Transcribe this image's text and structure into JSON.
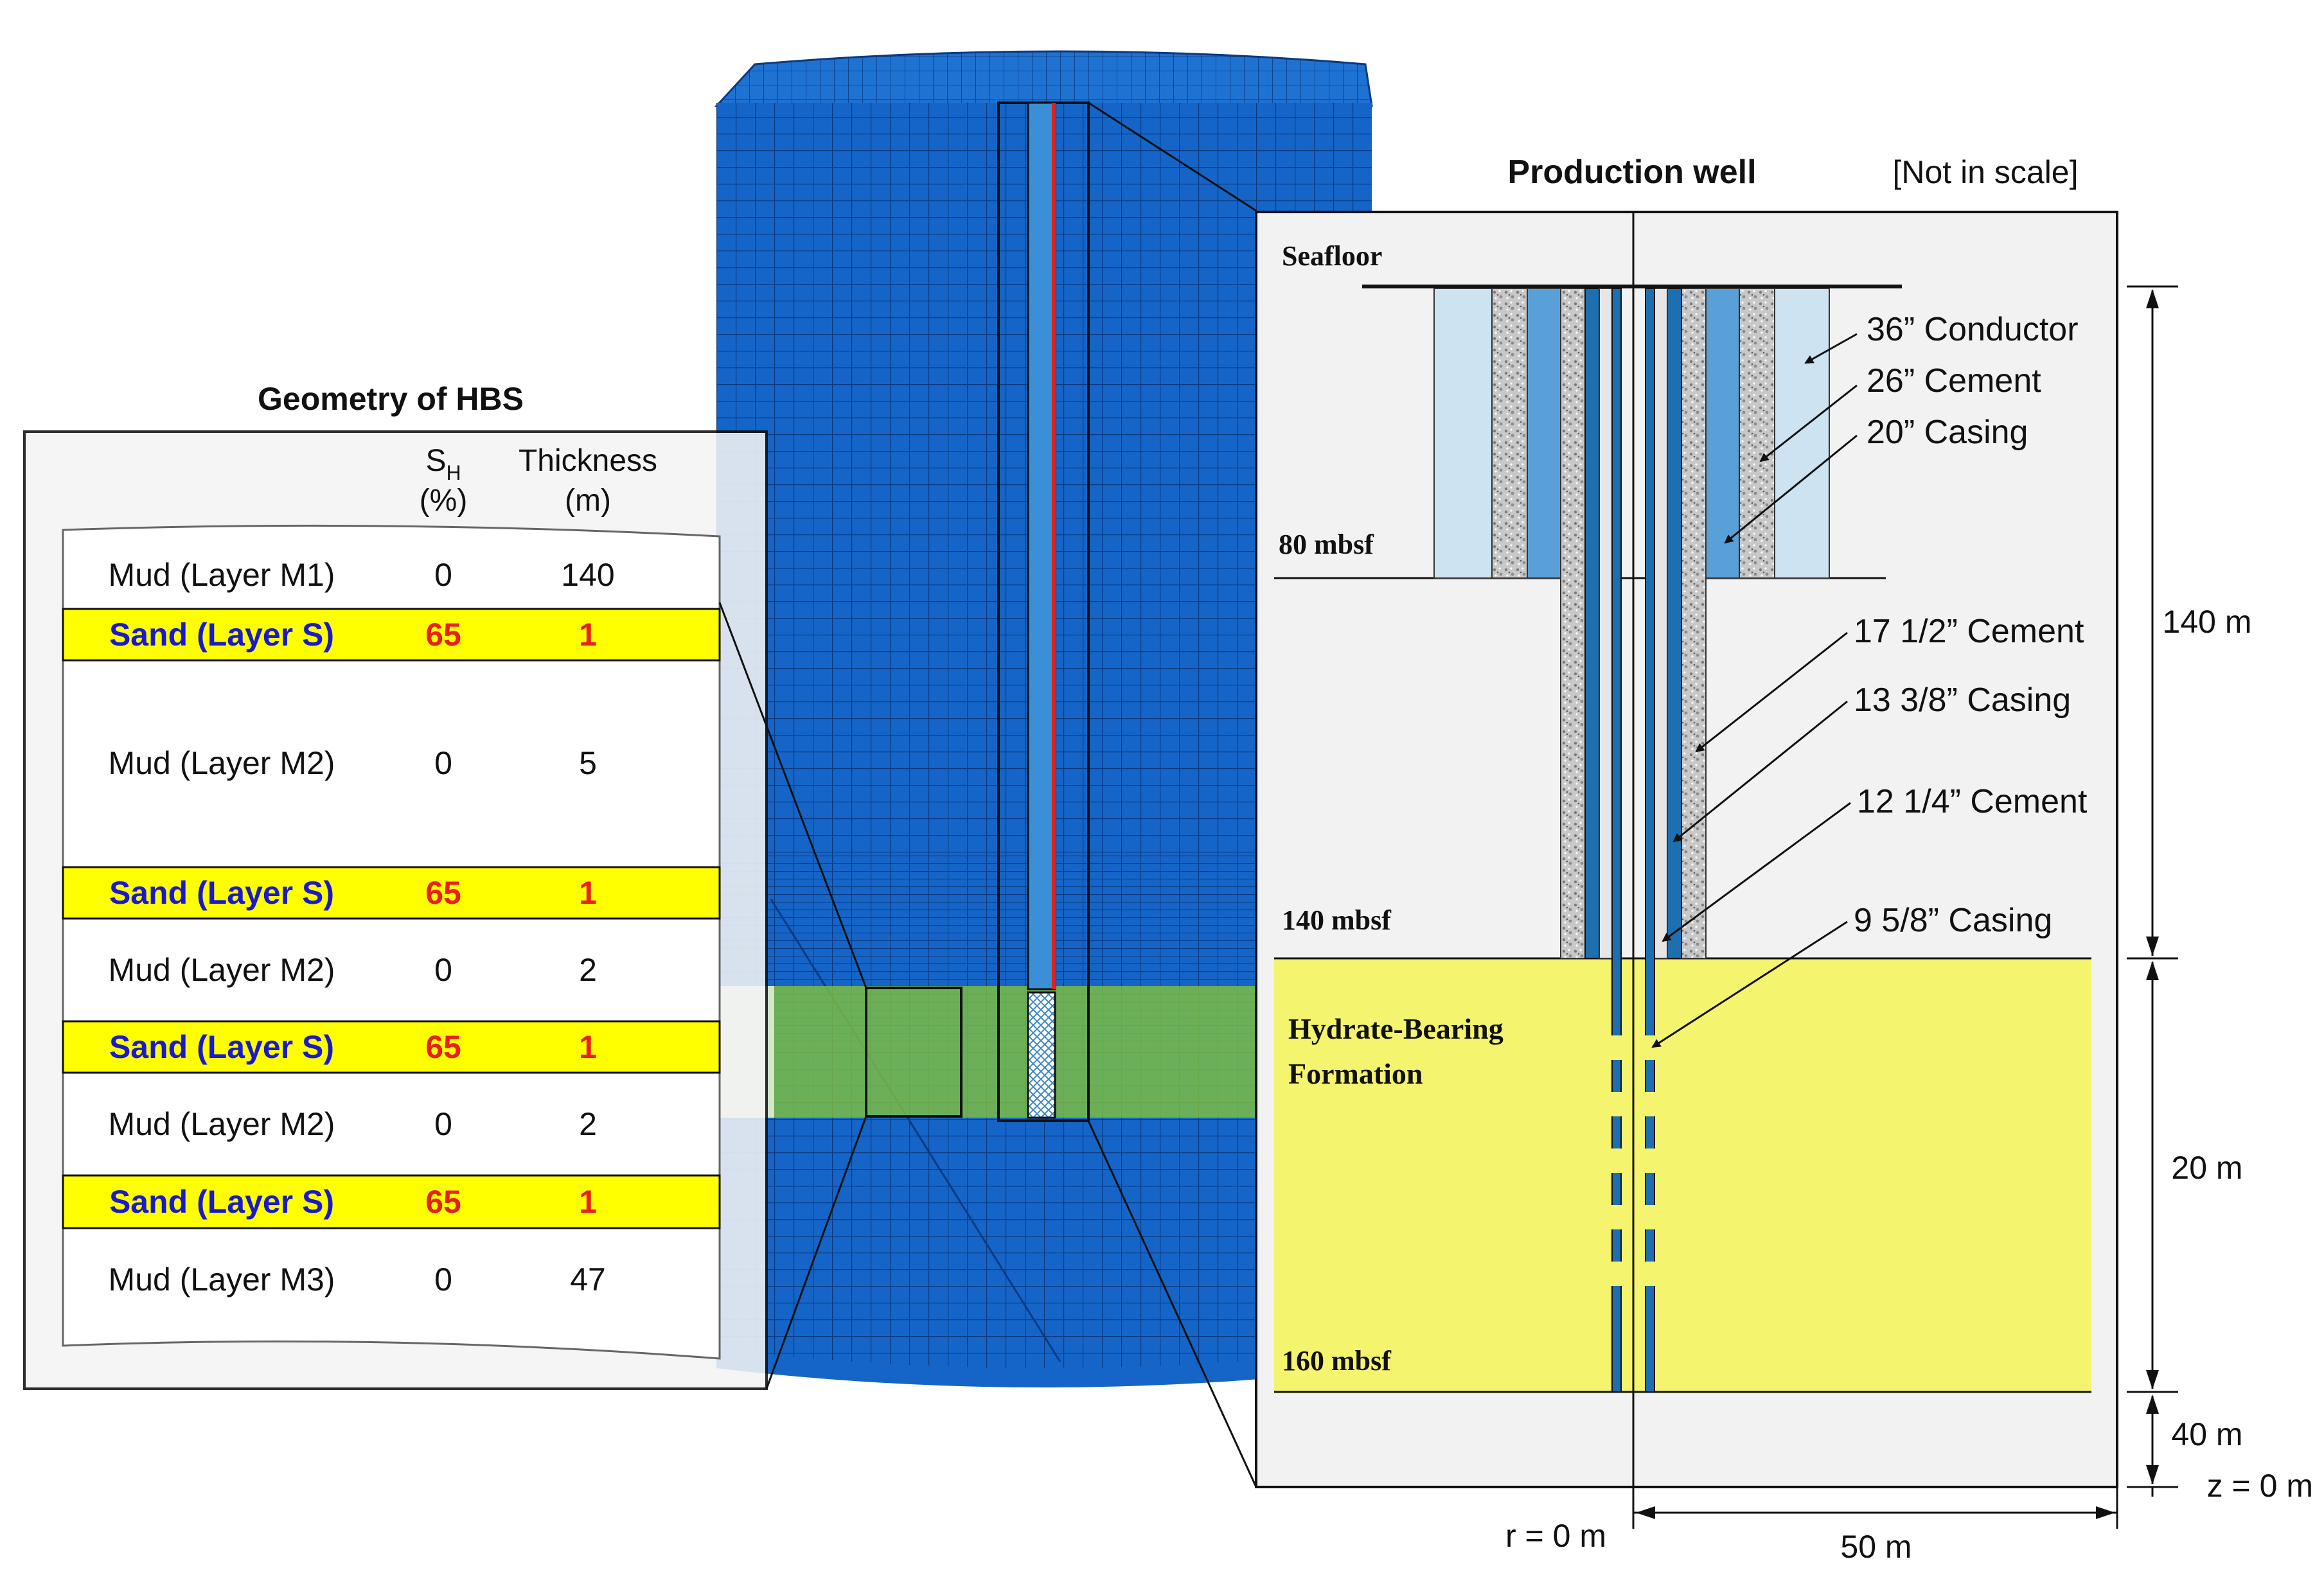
{
  "hbs_panel": {
    "title": "Geometry of HBS",
    "col_sh_main": "S",
    "col_sh_sub": "H",
    "col_sh_unit": "(%)",
    "col_thick": "Thickness",
    "col_thick_unit": "(m)",
    "rows": [
      {
        "name": "Mud (Layer M1)",
        "sh": "0",
        "thickness": "140",
        "type": "mud"
      },
      {
        "name": "Sand (Layer S)",
        "sh": "65",
        "thickness": "1",
        "type": "sand"
      },
      {
        "name": "Mud (Layer M2)",
        "sh": "0",
        "thickness": "5",
        "type": "mud"
      },
      {
        "name": "Sand (Layer S)",
        "sh": "65",
        "thickness": "1",
        "type": "sand"
      },
      {
        "name": "Mud (Layer M2)",
        "sh": "0",
        "thickness": "2",
        "type": "mud"
      },
      {
        "name": "Sand (Layer S)",
        "sh": "65",
        "thickness": "1",
        "type": "sand"
      },
      {
        "name": "Mud (Layer M2)",
        "sh": "0",
        "thickness": "2",
        "type": "mud"
      },
      {
        "name": "Sand (Layer S)",
        "sh": "65",
        "thickness": "1",
        "type": "sand"
      },
      {
        "name": "Mud (Layer M3)",
        "sh": "0",
        "thickness": "47",
        "type": "mud"
      }
    ]
  },
  "well_panel": {
    "title": "Production well",
    "note": "[Not in scale]",
    "seafloor": "Seafloor",
    "depth_80": "80 mbsf",
    "depth_140": "140 mbsf",
    "depth_160": "160 mbsf",
    "formation_line1": "Hydrate-Bearing",
    "formation_line2": "Formation",
    "labels": {
      "conductor": "36” Conductor",
      "cement26": "26” Cement",
      "casing20": "20” Casing",
      "cement17": "17 1/2” Cement",
      "casing13": "13 3/8” Casing",
      "cement12": "12 1/4” Cement",
      "casing9": "9 5/8” Casing"
    },
    "dim_140": "140 m",
    "dim_20": "20 m",
    "dim_40": "40 m",
    "z_label": "z = 0 m",
    "r_label": "r = 0 m",
    "width_label": "50 m"
  },
  "colors": {
    "mesh_blue": "#1565c8",
    "mesh_line": "#0b3a80",
    "hbs_green": "#6aa84f",
    "formation_yellow": "#f4f46e",
    "sand_row_yellow": "#ffff00",
    "sand_text_blue": "#1a1acc",
    "sand_value_red": "#e8201a",
    "casing_blue": "#1e6fb0",
    "conductor_light": "#cde3f2",
    "well_red": "#e0201c"
  }
}
